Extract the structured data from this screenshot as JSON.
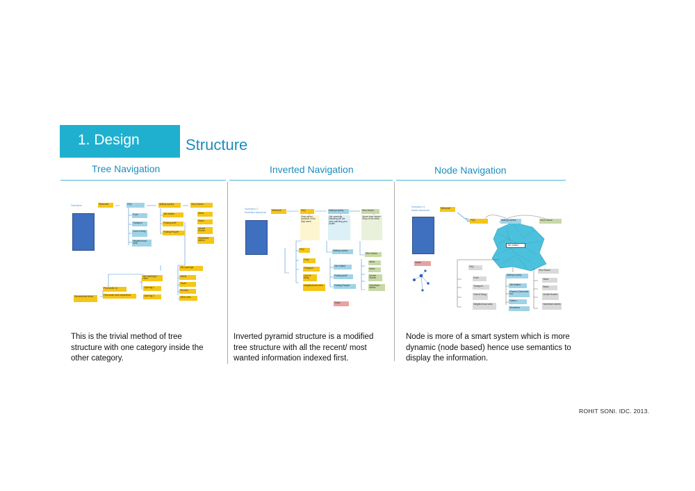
{
  "header": {
    "section": "1. Design",
    "title": "Structure"
  },
  "columns": [
    {
      "title": "Tree Navigation",
      "description": "This is the trivial method of tree structure with one category inside the other category.",
      "scenario": "Scenario",
      "nodes": [
        "Welcome!",
        "FAQ",
        "Asking a query",
        "Sonu Sunao",
        "Food",
        "Transport",
        "Cost of living",
        "Neighborhood area",
        "Job related",
        "Finding stuff*",
        "Finding People*",
        "News",
        "Radio",
        "Cricket Scores",
        "Hometown stories",
        "Job openings",
        "Hotels",
        "Travel",
        "Security",
        "Other cells",
        "Job opening in Hotel",
        "Opening 1",
        "Opening 2",
        "Post audio: Ur",
        "Post audio work experience",
        "Recommend friend"
      ]
    },
    {
      "title": "Inverted Navigation",
      "description": "Inverted pyramid structure is a modified tree structure with all the recent/ most wanted information indexed first.",
      "scenario": "Scenario 2",
      "scenario_sub": "Inverted structure",
      "nodes": [
        "Welcome!",
        "FAQ",
        "Asking a query",
        "Sino Sunao",
        "Most asked question of the day/ week",
        "Job openings following are the jobs matching your profile",
        "Home town stories Story of the week",
        "FAQ",
        "Food",
        "Transport",
        "Cost of living",
        "Neighborhood area",
        "Asking a query",
        "Job related",
        "Finding stuff*",
        "Finding People*",
        "Sino Sunao",
        "News",
        "Radio",
        "Cricket Scores",
        "Hometown stories",
        "Guide"
      ]
    },
    {
      "title": "Node Navigation",
      "description": "Node is more of a smart system which is more dynamic (node based) hence use semantics to display the information.",
      "scenario": "Scenario 3",
      "scenario_sub": "Node structure",
      "nodes": [
        "Welcome!",
        "FAQ",
        "Asking a query",
        "Sono Sunao",
        "Job related",
        "Guide",
        "FAQ",
        "Food",
        "Transport",
        "Cost of living",
        "Neighborhood area",
        "Asking a query",
        "Job related",
        "Finance (Searched for)",
        "Pattern",
        "Semantics",
        "Sino Sunao",
        "News",
        "Radio",
        "Cricket Scores",
        "Hometown stories"
      ]
    }
  ],
  "footer": "ROHIT SONI.  IDC. 2013."
}
